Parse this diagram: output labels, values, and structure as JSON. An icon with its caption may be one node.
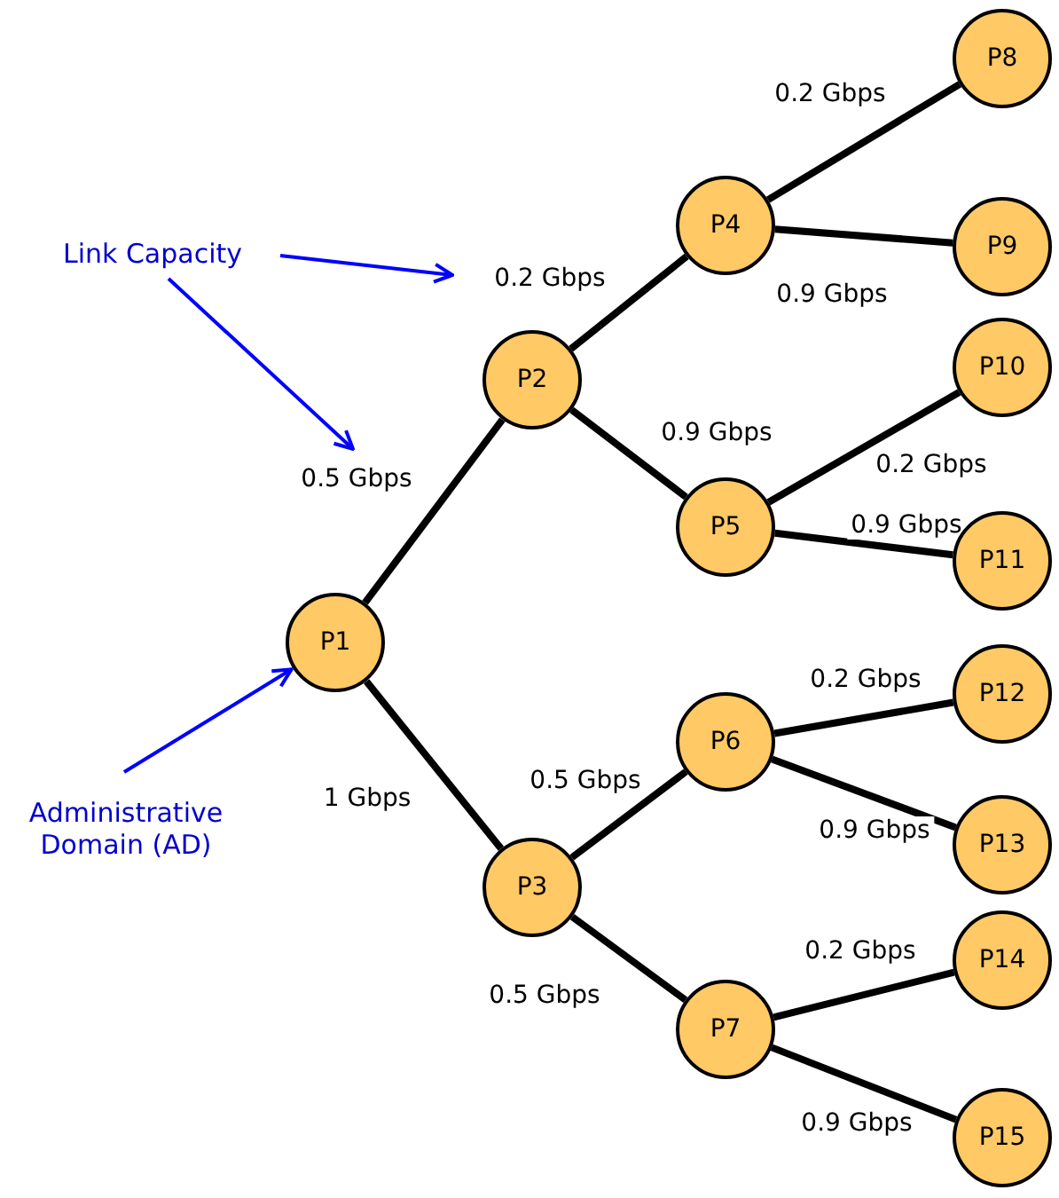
{
  "diagram": {
    "nodes": [
      {
        "text": [
          "P1"
        ]
      },
      {
        "text": [
          "P2"
        ]
      },
      {
        "text": [
          "P3"
        ]
      },
      {
        "text": [
          "P4"
        ]
      },
      {
        "text": [
          "P5"
        ]
      },
      {
        "text": [
          "P6"
        ]
      },
      {
        "text": [
          "P7"
        ]
      },
      {
        "text": [
          "P8"
        ]
      },
      {
        "text": [
          "P9"
        ]
      },
      {
        "text": [
          "P10"
        ]
      },
      {
        "text": [
          "P11"
        ]
      },
      {
        "text": [
          "P12"
        ]
      },
      {
        "text": [
          "P13"
        ]
      },
      {
        "text": [
          "P14"
        ]
      },
      {
        "text": [
          "P15"
        ]
      },
      {
        "text": [
          "Link Capacity"
        ]
      },
      {
        "text": [
          "Administrative Domain (AD)"
        ]
      }
    ],
    "edges": [
      {
        "from": 0,
        "to": 1,
        "arrow": "none",
        "label": "0.5 Gbps"
      },
      {
        "from": 0,
        "to": 2,
        "arrow": "none",
        "label": "1 Gbps"
      },
      {
        "from": 1,
        "to": 3,
        "arrow": "none",
        "label": "0.2 Gbps"
      },
      {
        "from": 1,
        "to": 4,
        "arrow": "none",
        "label": "0.9 Gbps"
      },
      {
        "from": 3,
        "to": 7,
        "arrow": "none",
        "label": "0.2 Gbps"
      },
      {
        "from": 3,
        "to": 8,
        "arrow": "none",
        "label": "0.9 Gbps"
      },
      {
        "from": 4,
        "to": 9,
        "arrow": "none",
        "label": "0.2 Gbps"
      },
      {
        "from": 4,
        "to": 10,
        "arrow": "none",
        "label": "0.9 Gbps"
      },
      {
        "from": 2,
        "to": 5,
        "arrow": "none",
        "label": "0.5 Gbps"
      },
      {
        "from": 2,
        "to": 6,
        "arrow": "none",
        "label": "0.5 Gbps"
      },
      {
        "from": 5,
        "to": 11,
        "arrow": "none",
        "label": "0.2 Gbps"
      },
      {
        "from": 5,
        "to": 12,
        "arrow": "none",
        "label": "0.9 Gbps"
      },
      {
        "from": 6,
        "to": 13,
        "arrow": "none",
        "label": "0.2 Gbps"
      },
      {
        "from": 6,
        "to": 14,
        "arrow": "none",
        "label": "0.9 Gbps"
      },
      {
        "from": 15,
        "to": null,
        "arrow": "to",
        "color": "#0000ff"
      },
      {
        "from": 15,
        "to": null,
        "arrow": "to",
        "color": "#0000ff"
      },
      {
        "from": 16,
        "to": 0,
        "arrow": "to",
        "color": "#0000ff"
      }
    ]
  }
}
